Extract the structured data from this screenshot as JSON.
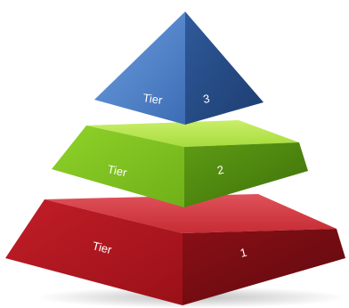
{
  "tiers": [
    {
      "word": "Tier",
      "number": "3",
      "color": "#4a7bc1"
    },
    {
      "word": "Tier",
      "number": "2",
      "color": "#7fc21f"
    },
    {
      "word": "Tier",
      "number": "1",
      "color": "#b3141d"
    }
  ]
}
